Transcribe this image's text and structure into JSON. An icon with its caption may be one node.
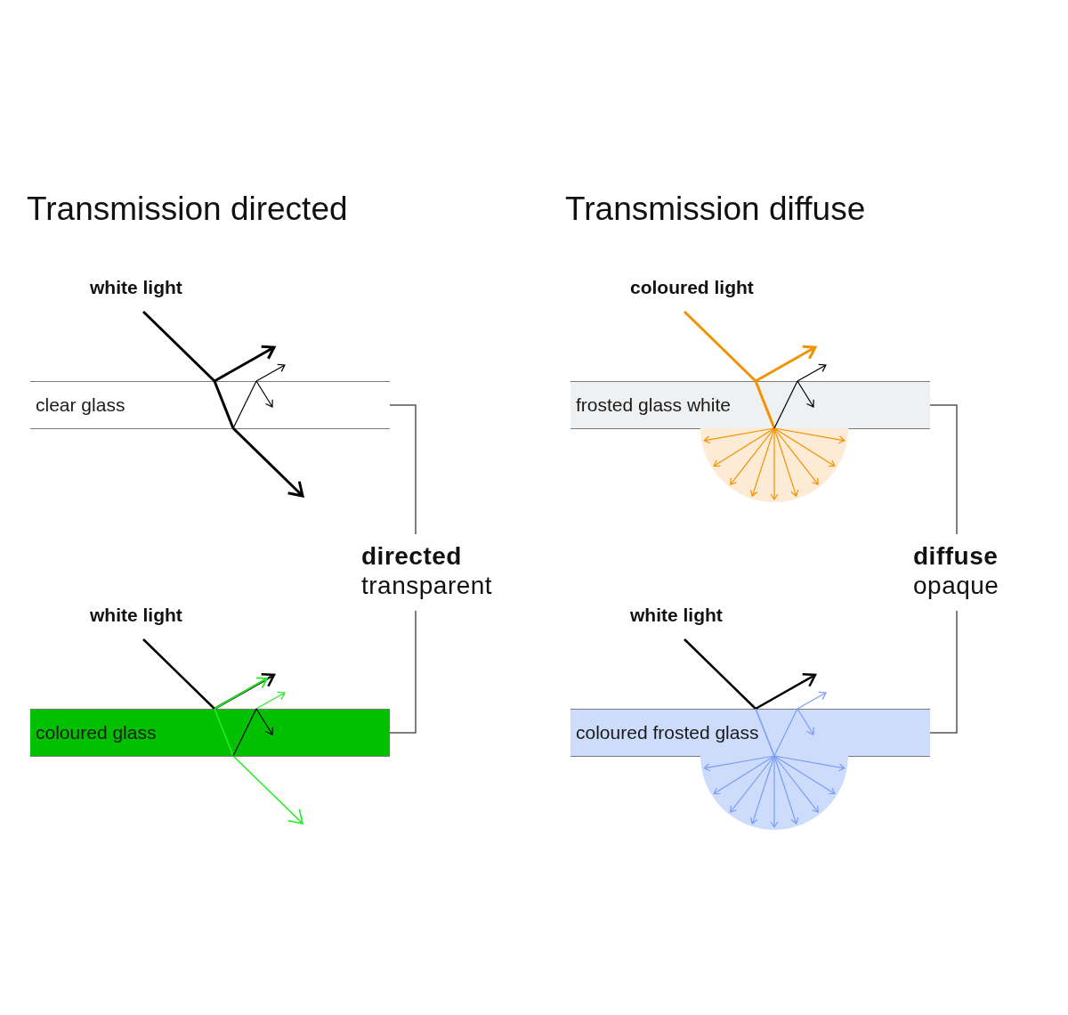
{
  "diagram": {
    "nodes": [
      {
        "text": [
          "clear glass"
        ]
      },
      {
        "text": [
          "frosted glass white"
        ]
      },
      {
        "text": [
          "directed",
          "transparent"
        ]
      },
      {
        "text": [
          "diffuse",
          "opaque"
        ]
      },
      {
        "text": [
          "coloured glass"
        ]
      },
      {
        "text": [
          "coloured frosted glass"
        ]
      }
    ],
    "edges": [
      {
        "from": 0,
        "to": 2,
        "arrow": "none"
      },
      {
        "from": 4,
        "to": 2,
        "arrow": "none"
      },
      {
        "from": 1,
        "to": 3,
        "arrow": "none"
      },
      {
        "from": 5,
        "to": 3,
        "arrow": "none"
      }
    ],
    "labels": [
      "Transmission directed",
      "Transmission diffuse",
      "white light",
      "coloured light",
      "white light",
      "white light"
    ]
  }
}
